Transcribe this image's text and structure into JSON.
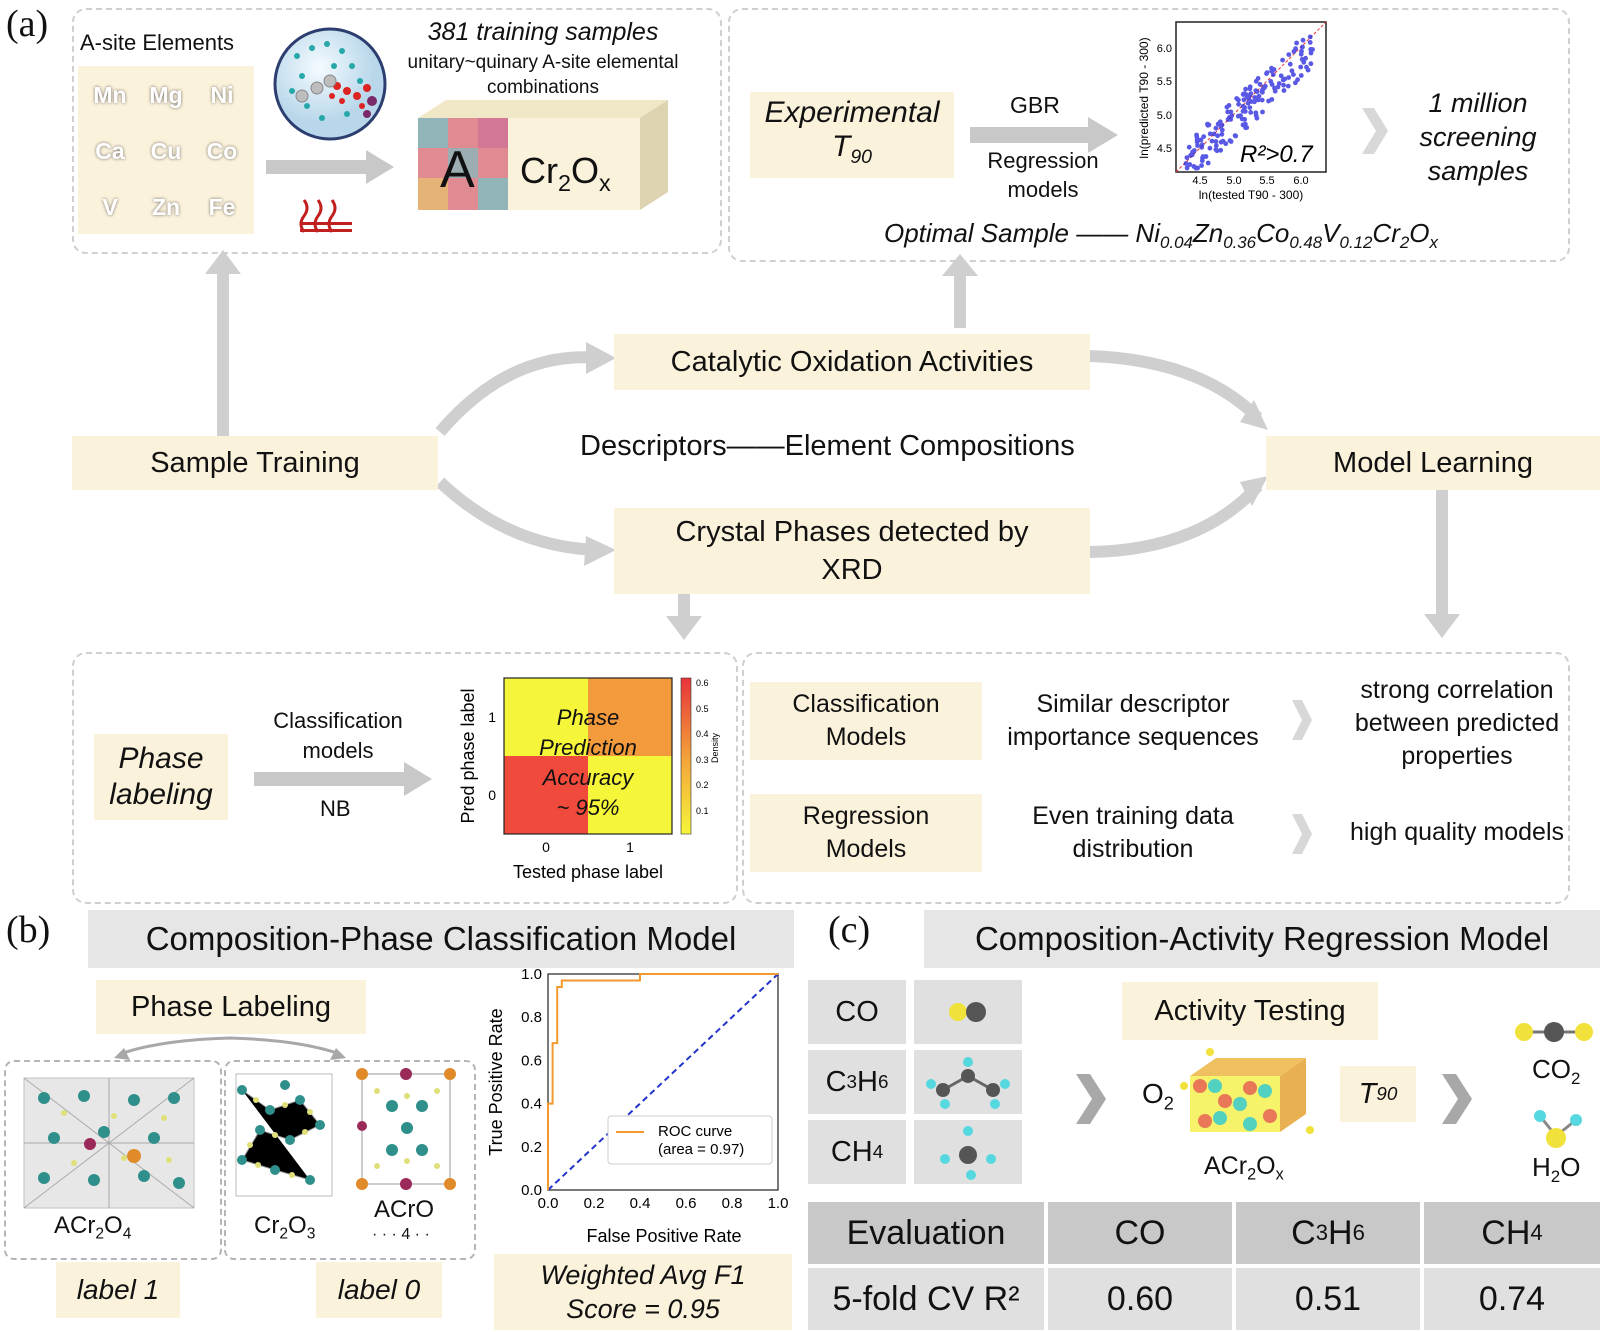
{
  "panel_labels": {
    "a": "(a)",
    "b": "(b)",
    "c": "(c)"
  },
  "top_left": {
    "a_site_title": "A-site Elements",
    "elements": [
      {
        "symbol": "Mn",
        "color": "#8a4a2b"
      },
      {
        "symbol": "Mg",
        "color": "#c9b49e"
      },
      {
        "symbol": "Ni",
        "color": "#8c8577"
      },
      {
        "symbol": "Ca",
        "color": "#a9a9a9"
      },
      {
        "symbol": "Cu",
        "color": "#7fa9d3"
      },
      {
        "symbol": "Co",
        "color": "#5a2a8a"
      },
      {
        "symbol": "V",
        "color": "#8bb4e0"
      },
      {
        "symbol": "Zn",
        "color": "#e0c37a"
      },
      {
        "symbol": "Fe",
        "color": "#e8a883"
      }
    ],
    "training_title": "381 training samples",
    "training_sub_1": "unitary~quinary A-site elemental",
    "training_sub_2": "combinations",
    "block_a": "A",
    "block_formula_main": "Cr",
    "block_formula_sub1": "2",
    "block_formula_o": "O",
    "block_formula_sub2": "x"
  },
  "top_right": {
    "experimental": "Experimental",
    "t90_main": "T",
    "t90_sub": "90",
    "gbr": "GBR",
    "regression_models_1": "Regression",
    "regression_models_2": "models",
    "scatter_ylabel": "ln(predicted T90 - 300)",
    "scatter_xlabel": "ln(tested T90 - 300)",
    "scatter_r2": "R²>0.7",
    "scatter_xticks": [
      "4.5",
      "5.0",
      "5.5",
      "6.0"
    ],
    "scatter_yticks": [
      "4.5",
      "5.0",
      "5.5",
      "6.0"
    ],
    "million_1": "1 million",
    "million_2": "screening",
    "million_3": "samples",
    "optimal_label": "Optimal Sample",
    "optimal_dash": "——",
    "optimal_formula": "Ni0.04Zn0.36Co0.48V0.12Cr2Ox"
  },
  "middle": {
    "catalytic": "Catalytic Oxidation Activities",
    "descriptors": "Descriptors——Element Compositions",
    "sample_training": "Sample Training",
    "model_learning": "Model Learning",
    "crystal_1": "Crystal Phases detected by",
    "crystal_2": "XRD"
  },
  "phase_box": {
    "phase_labeling_1": "Phase",
    "phase_labeling_2": "labeling",
    "classification_1": "Classification",
    "classification_2": "models",
    "nb": "NB",
    "heat_ylabel": "Pred phase label",
    "heat_xlabel": "Tested phase label",
    "heat_ticks_x": [
      "0",
      "1"
    ],
    "heat_ticks_y": [
      "1",
      "0"
    ],
    "heat_text_1": "Phase",
    "heat_text_2": "Prediction",
    "heat_text_3": "Accuracy",
    "heat_text_4": "~ 95%",
    "colorbar_label": "Density",
    "colorbar_ticks": [
      "0.6",
      "0.5",
      "0.4",
      "0.3",
      "0.2",
      "0.1"
    ]
  },
  "models_box": {
    "class_models_1": "Classification",
    "class_models_2": "Models",
    "similar_1": "Similar descriptor",
    "similar_2": "importance sequences",
    "strong_1": "strong correlation",
    "strong_2": "between predicted",
    "strong_3": "properties",
    "reg_models_1": "Regression",
    "reg_models_2": "Models",
    "even_1": "Even training data",
    "even_2": "distribution",
    "high_quality": "high quality models"
  },
  "panel_b": {
    "banner": "Composition-Phase Classification Model",
    "phase_labeling": "Phase Labeling",
    "acr2o4": "ACr2O4",
    "cr2o3": "Cr2O3",
    "acro": "ACrO",
    "dots": "· · · 4 · ·",
    "label1": "label 1",
    "label0": "label 0",
    "f1_1": "Weighted Avg F1",
    "f1_2": "Score = 0.95"
  },
  "chart_data": {
    "type": "line",
    "xlabel": "False Positive Rate",
    "ylabel": "True Positive Rate",
    "xlim": [
      0.0,
      1.0
    ],
    "ylim": [
      0.0,
      1.0
    ],
    "xticks": [
      "0.0",
      "0.2",
      "0.4",
      "0.6",
      "0.8",
      "1.0"
    ],
    "yticks": [
      "0.0",
      "0.2",
      "0.4",
      "0.6",
      "0.8",
      "1.0"
    ],
    "legend_position": "lower-right",
    "series": [
      {
        "name": "ROC curve (area = 0.97)",
        "color": "#f29a2e",
        "x": [
          0.0,
          0.0,
          0.02,
          0.02,
          0.04,
          0.04,
          0.06,
          0.06,
          0.4,
          0.4,
          0.98,
          1.0
        ],
        "y": [
          0.0,
          0.4,
          0.4,
          0.68,
          0.68,
          0.94,
          0.94,
          0.97,
          0.97,
          1.0,
          1.0,
          1.0
        ]
      },
      {
        "color": "#2233cc",
        "x": [
          0.0,
          1.0
        ],
        "y": [
          0.0,
          1.0
        ],
        "dashed": true
      }
    ],
    "legend_line_1": "ROC curve",
    "legend_line_2": "(area = 0.97)"
  },
  "panel_c": {
    "banner": "Composition-Activity Regression Model",
    "gases": [
      "CO",
      "C3H6",
      "CH4"
    ],
    "activity_testing": "Activity Testing",
    "o2": "O2",
    "acr2ox": "ACr2Ox",
    "t90": "T90",
    "co2": "CO2",
    "h2o": "H2O",
    "table_header": [
      "Evaluation",
      "CO",
      "C3H6",
      "CH4"
    ],
    "table_row_label": "5-fold CV R²",
    "table_values": [
      "0.60",
      "0.51",
      "0.74"
    ]
  }
}
